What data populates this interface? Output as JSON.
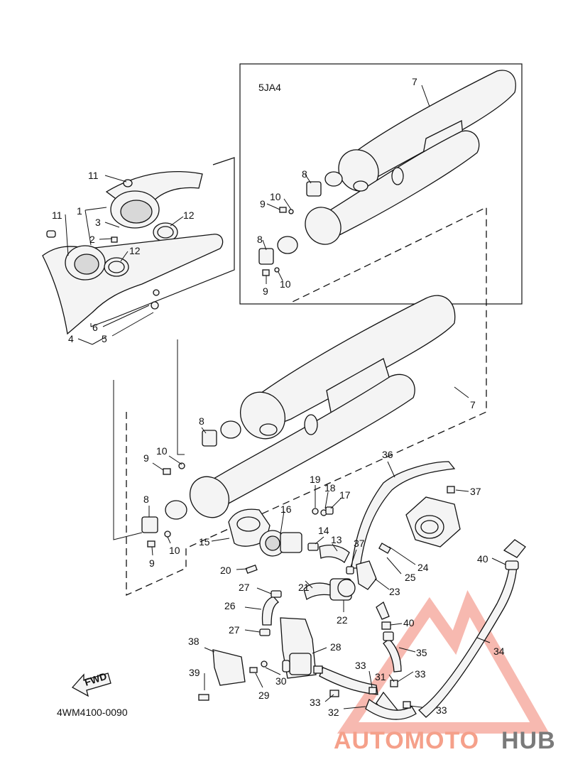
{
  "diagram": {
    "variant_label": "5JA4",
    "drawing_code": "4WM4100-0090",
    "fwd_label": "FWD",
    "callouts": {
      "c1": "1",
      "c2": "2",
      "c3": "3",
      "c4": "4",
      "c5": "5",
      "c6": "6",
      "c7a": "7",
      "c7b": "7",
      "c8a": "8",
      "c8b": "8",
      "c8c": "8",
      "c8d": "8",
      "c9a": "9",
      "c9b": "9",
      "c9c": "9",
      "c9d": "9",
      "c10a": "10",
      "c10b": "10",
      "c10c": "10",
      "c10d": "10",
      "c11a": "11",
      "c11b": "11",
      "c12a": "12",
      "c12b": "12",
      "c13": "13",
      "c14": "14",
      "c15": "15",
      "c16": "16",
      "c17": "17",
      "c18": "18",
      "c19": "19",
      "c20": "20",
      "c21": "21",
      "c22": "22",
      "c23": "23",
      "c24": "24",
      "c25": "25",
      "c26": "26",
      "c27a": "27",
      "c27b": "27",
      "c28": "28",
      "c29": "29",
      "c30": "30",
      "c31": "31",
      "c32": "32",
      "c33a": "33",
      "c33b": "33",
      "c33c": "33",
      "c33d": "33",
      "c34": "34",
      "c35": "35",
      "c36": "36",
      "c37a": "37",
      "c37b": "37",
      "c38": "38",
      "c39": "39",
      "c40a": "40",
      "c40b": "40"
    }
  },
  "watermark": {
    "part1": "AUTOMOTO",
    "part2": "HUB",
    "color_primary": "#f5a08a",
    "color_secondary": "#7a7a7a"
  }
}
